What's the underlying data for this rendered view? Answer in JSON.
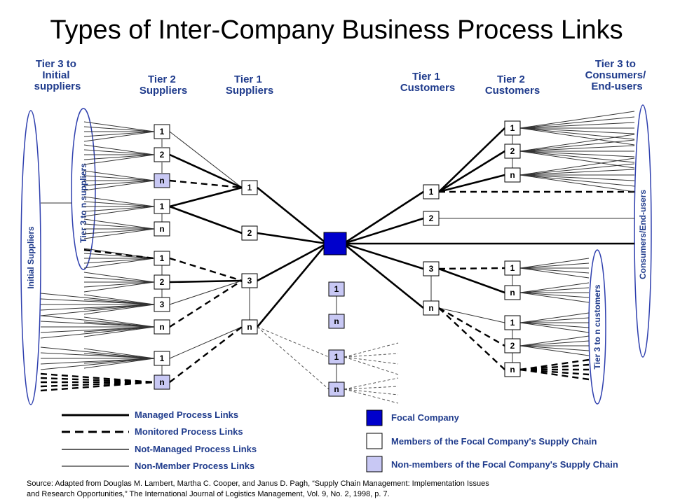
{
  "title": "Types of Inter-Company Business Process Links",
  "headers": {
    "t3_initial": [
      "Tier 3 to",
      "Initial",
      "suppliers"
    ],
    "t2_suppliers": [
      "Tier 2",
      "Suppliers"
    ],
    "t1_suppliers": [
      "Tier 1",
      "Suppliers"
    ],
    "t1_customers": [
      "Tier 1",
      "Customers"
    ],
    "t2_customers": [
      "Tier 2",
      "Customers"
    ],
    "t3_consumers": [
      "Tier 3 to",
      "Consumers/",
      "End-users"
    ]
  },
  "ellipses": {
    "initial_suppliers": "Initial Suppliers",
    "tier3_n_suppliers": "Tier 3 to n suppliers",
    "consumers_end_users": "Consumers/End-users",
    "tier3_n_customers": "Tier 3 to n customers"
  },
  "node_labels": {
    "one": "1",
    "two": "2",
    "three": "3",
    "n": "n"
  },
  "legend": {
    "managed": "Managed Process Links",
    "monitored": "Monitored Process Links",
    "not_managed": "Not-Managed Process Links",
    "non_member": "Non-Member Process Links",
    "focal": "Focal Company",
    "members": "Members of the Focal Company's Supply Chain",
    "non_members": "Non-members of the Focal Company's Supply Chain"
  },
  "colors": {
    "focal": "#0000cc",
    "member": "#ffffff",
    "non_member": "#c8c8f4",
    "ellipse_stroke": "#2e3fae",
    "header_text": "#1f3b8c"
  },
  "source_lines": [
    "Source: Adapted from Douglas M. Lambert, Martha C. Cooper, and Janus D. Pagh, “Supply Chain Management: Implementation Issues",
    "and Research Opportunities,” The International Journal of Logistics Management, Vol. 9, No. 2, 1998, p. 7."
  ]
}
